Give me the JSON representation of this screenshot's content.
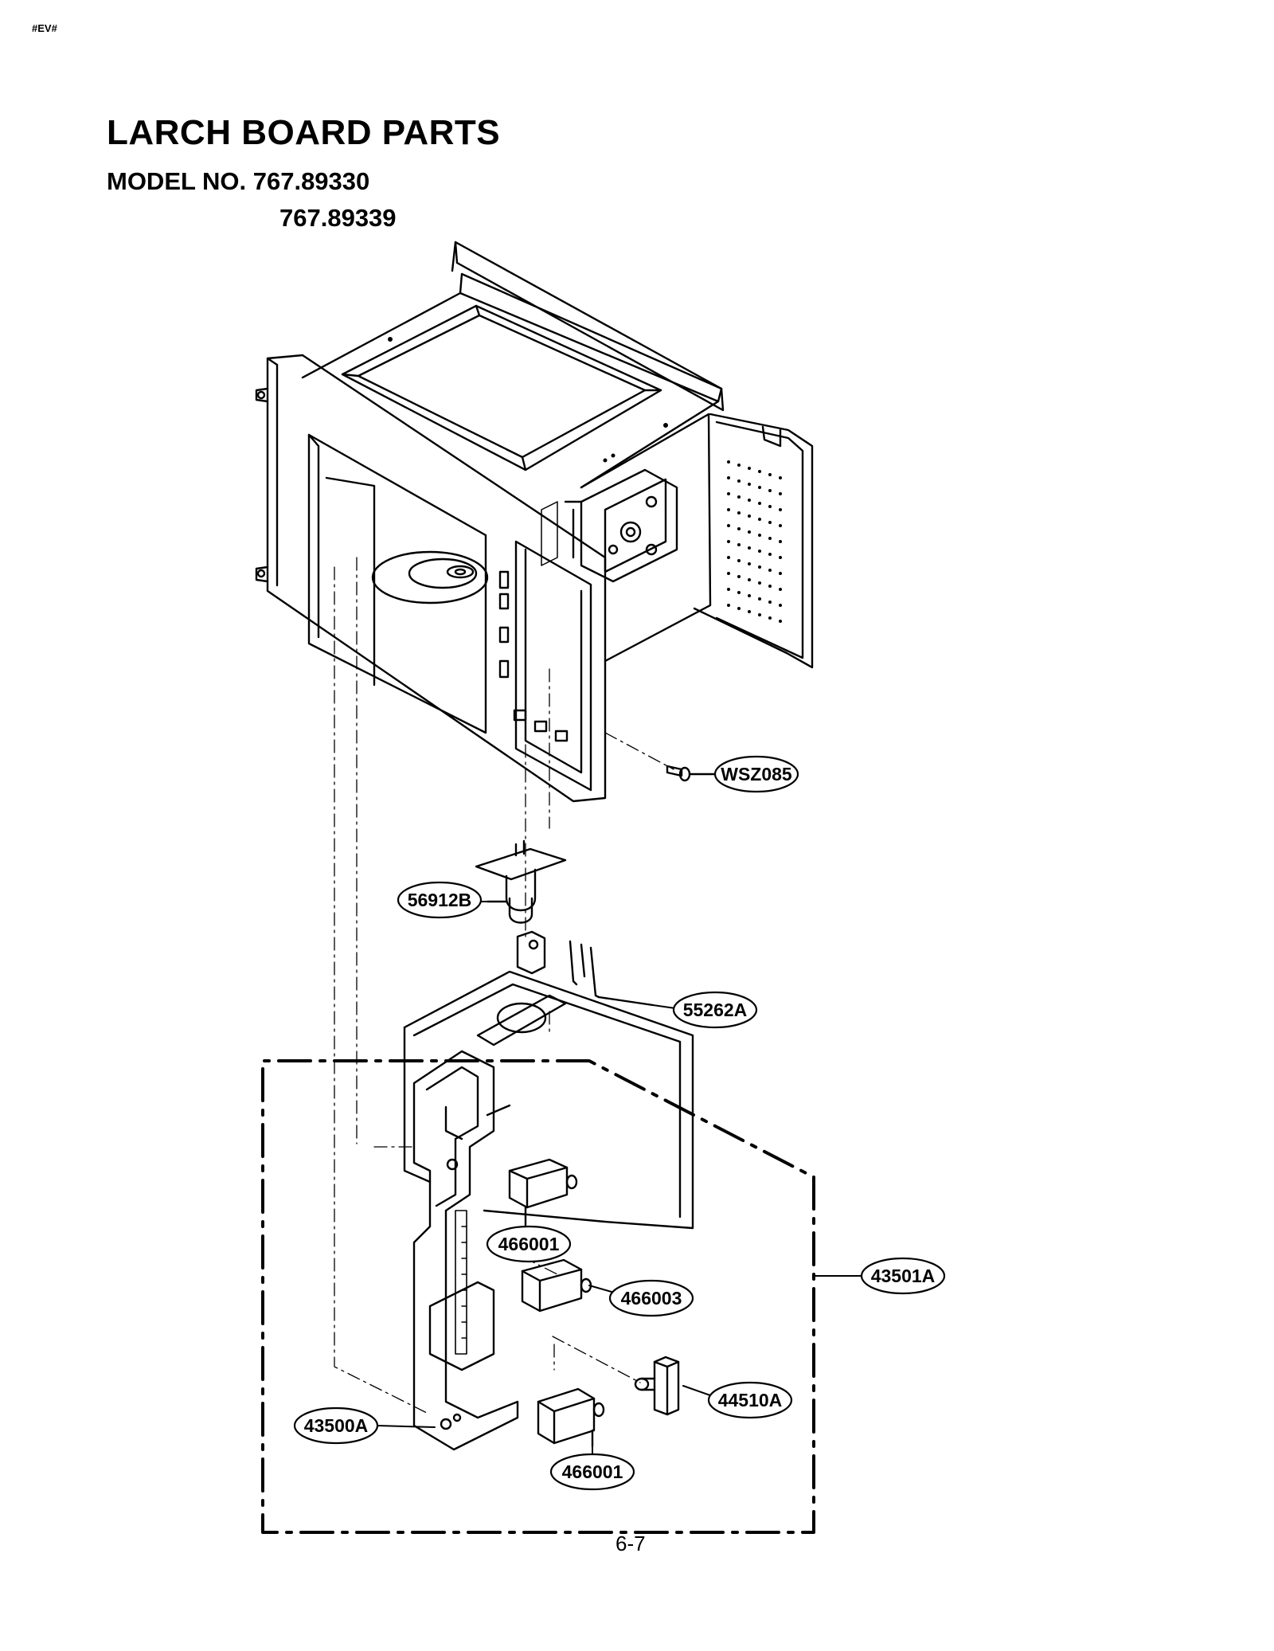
{
  "header": {
    "corner_tag": "#EV#",
    "title": "LARCH BOARD PARTS",
    "model_label": "MODEL NO.",
    "models": [
      "767.89330",
      "767.89339"
    ]
  },
  "callouts": {
    "wsz085": "WSZ085",
    "p56912b": "56912B",
    "p55262a": "55262A",
    "p466001_upper": "466001",
    "p466003": "466003",
    "p43501a": "43501A",
    "p44510a": "44510A",
    "p43500a": "43500A",
    "p466001_lower": "466001"
  },
  "footer": {
    "page_number": "6-7"
  }
}
